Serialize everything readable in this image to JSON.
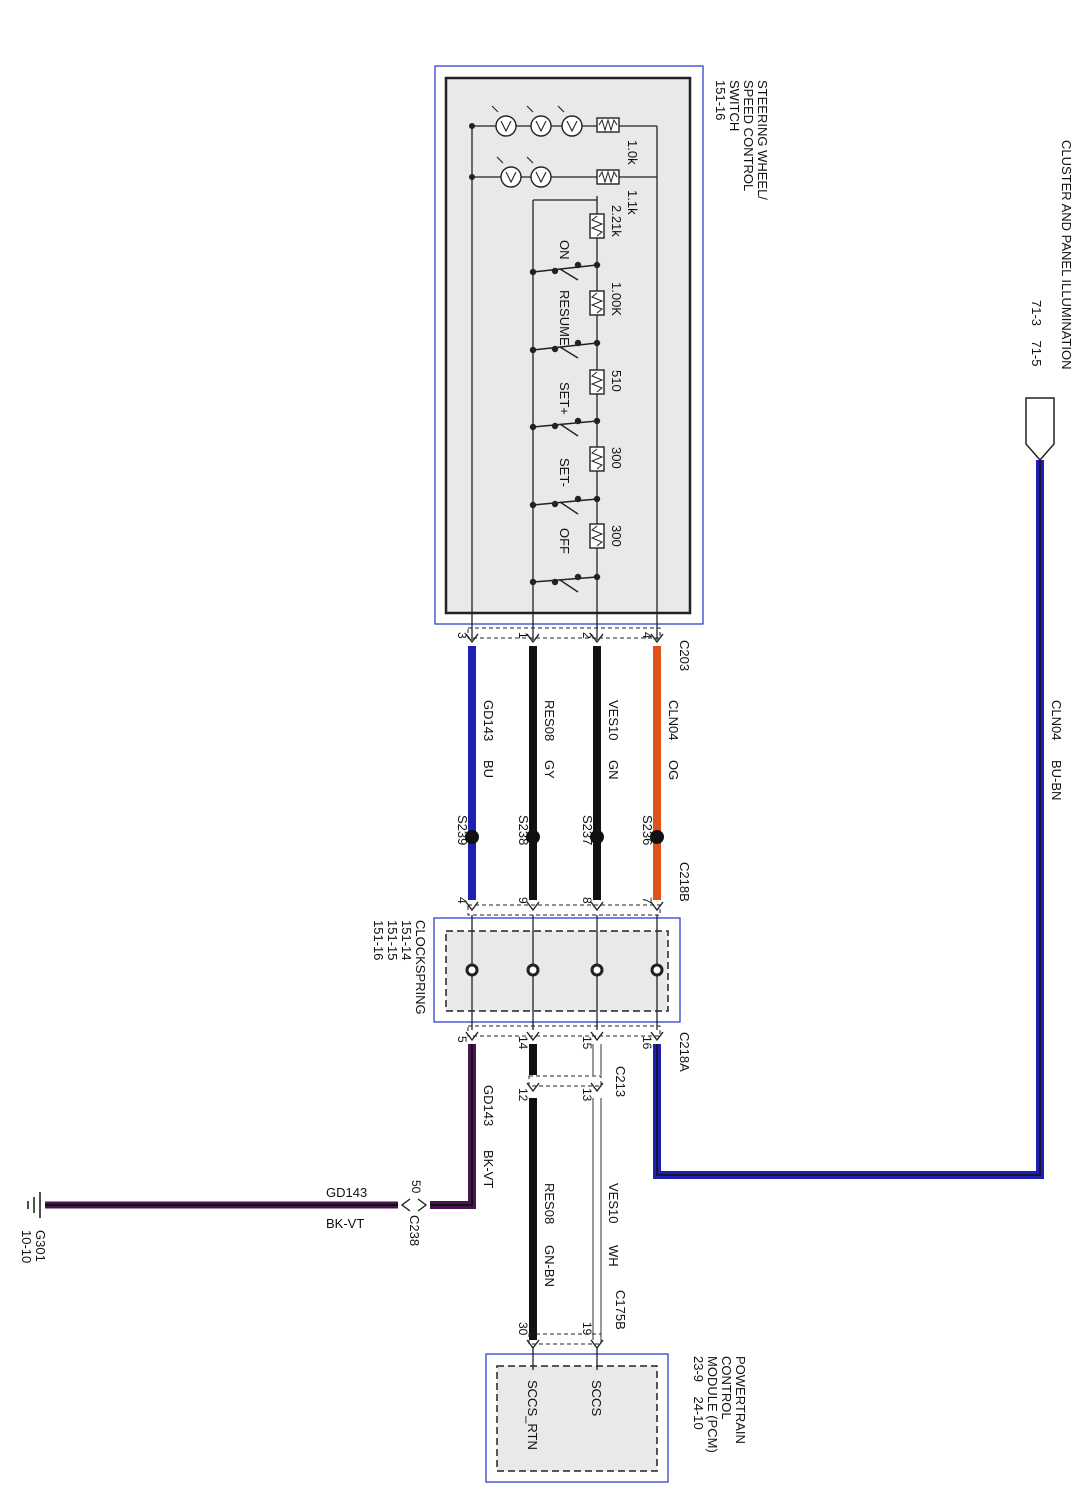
{
  "colors": {
    "blue": "#1f1fb0",
    "orange": "#e0521b",
    "black": "#111111",
    "purple": "#4a1450",
    "frame": "#2233cc",
    "box_fill": "#e9e9e9"
  },
  "cluster": {
    "title": "CLUSTER AND PANEL ILLUMINATION",
    "refs": "71-3    71-5"
  },
  "switch": {
    "title_1": "STEERING WHEEL/",
    "title_2": "SPEED CONTROL",
    "title_3": "SWITCH",
    "ref": "151-16",
    "resistors": [
      "1.0k",
      "1.1k",
      "2.21k",
      "1.00K",
      "510",
      "300",
      "300"
    ],
    "switch_labels": [
      "ON",
      "RESUME",
      "SET+",
      "SET-",
      "OFF"
    ]
  },
  "connectors": {
    "c203": "C203",
    "c203_pins": [
      "3",
      "1",
      "2",
      "4"
    ],
    "c218b": "C218B",
    "c218b_pins": [
      "4",
      "9",
      "8",
      "7"
    ],
    "c218a": "C218A",
    "c218a_pins": [
      "5",
      "14",
      "15",
      "16"
    ],
    "c213": "C213",
    "c213_pins": [
      "12",
      "13"
    ],
    "c238": "C238",
    "c238_pin": "50",
    "c175b": "C175B",
    "c175b_pins": [
      "30",
      "19"
    ]
  },
  "wires": {
    "gd143_bu": {
      "circuit": "GD143",
      "color": "BU"
    },
    "res08_gy": {
      "circuit": "RES08",
      "color": "GY"
    },
    "ves10_gn": {
      "circuit": "VES10",
      "color": "GN"
    },
    "cln04_og": {
      "circuit": "CLN04",
      "color": "OG"
    },
    "cln04_bubn": {
      "circuit": "CLN04",
      "color": "BU-BN"
    },
    "gd143_bkvt": {
      "circuit": "GD143",
      "color": "BK-VT"
    },
    "gd143_bkvt_h": {
      "circuit": "GD143",
      "color": "BK-VT"
    },
    "res08_gnbn": {
      "circuit": "RES08",
      "color": "GN-BN"
    },
    "ves10_wh": {
      "circuit": "VES10",
      "color": "WH"
    }
  },
  "splices": [
    "S239",
    "S238",
    "S237",
    "S236"
  ],
  "clockspring": {
    "title": "CLOCKSPRING",
    "refs": [
      "151-14",
      "151-15",
      "151-16"
    ]
  },
  "ground": {
    "name": "G301",
    "ref": "10-10"
  },
  "pcm": {
    "title_1": "POWERTRAIN",
    "title_2": "CONTROL",
    "title_3": "MODULE (PCM)",
    "refs": "23-9    24-10",
    "sccs": "SCCS",
    "sccs_rtn": "SCCS_RTN"
  }
}
